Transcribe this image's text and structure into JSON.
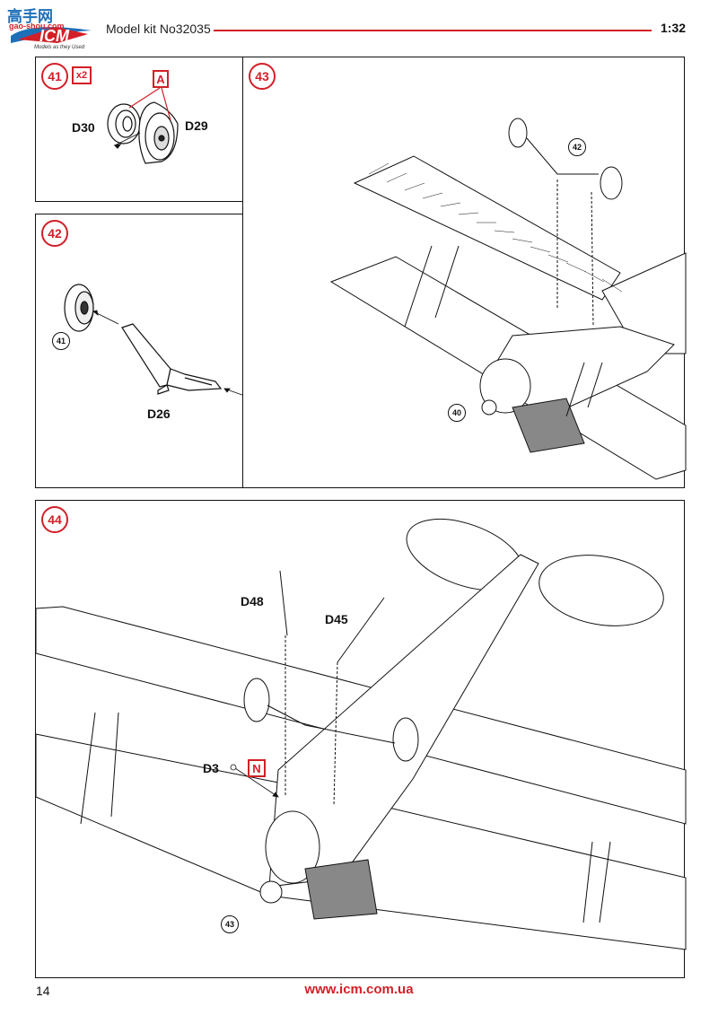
{
  "header": {
    "logo_text": "ICM",
    "logo_top_text": "高手网",
    "logo_url_text": "gao-shou.com",
    "logo_tagline": "Models as they Used",
    "title": "Model kit No32035",
    "scale": "1:32"
  },
  "steps": {
    "s41": {
      "number": "41",
      "multiplier": "x2",
      "glue_tag": "A",
      "part_left": "D30",
      "part_right": "D29"
    },
    "s42": {
      "number": "42",
      "ref_top": "41",
      "ref_bottom": "41",
      "part": "D26"
    },
    "s43": {
      "number": "43",
      "ref_gear": "42",
      "ref_fuselage": "40"
    },
    "s44": {
      "number": "44",
      "part_a": "D48",
      "part_b": "D45",
      "part_c": "D3",
      "tag_c": "N",
      "ref_base": "43"
    }
  },
  "footer": {
    "page_number": "14",
    "url": "www.icm.com.ua"
  },
  "colors": {
    "accent": "#d31f27",
    "line": "#111111"
  }
}
